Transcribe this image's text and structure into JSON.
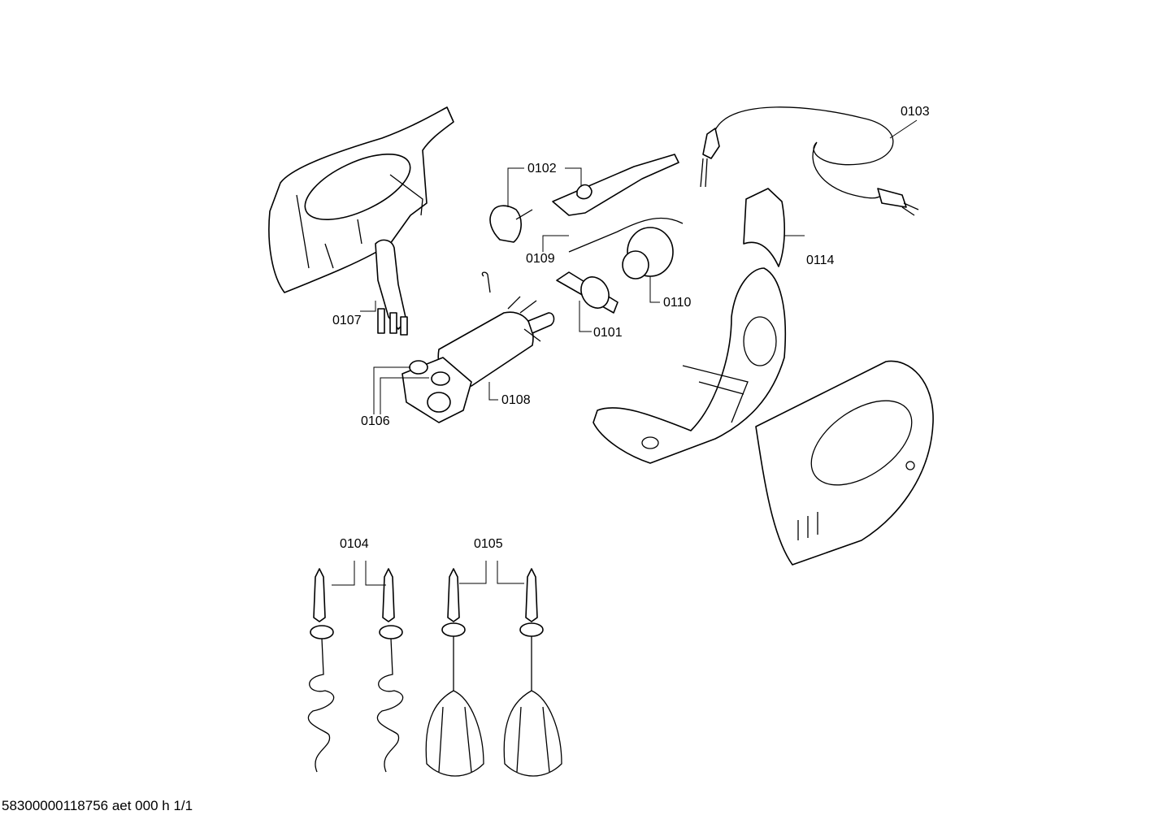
{
  "parts": [
    {
      "id": "0101",
      "label": "0101"
    },
    {
      "id": "0102",
      "label": "0102"
    },
    {
      "id": "0103",
      "label": "0103"
    },
    {
      "id": "0104",
      "label": "0104"
    },
    {
      "id": "0105",
      "label": "0105"
    },
    {
      "id": "0106",
      "label": "0106"
    },
    {
      "id": "0107",
      "label": "0107"
    },
    {
      "id": "0108",
      "label": "0108"
    },
    {
      "id": "0109",
      "label": "0109"
    },
    {
      "id": "0110",
      "label": "0110"
    },
    {
      "id": "0114",
      "label": "0114"
    }
  ],
  "footer": "58300000118756 aet 000 h 1/1"
}
